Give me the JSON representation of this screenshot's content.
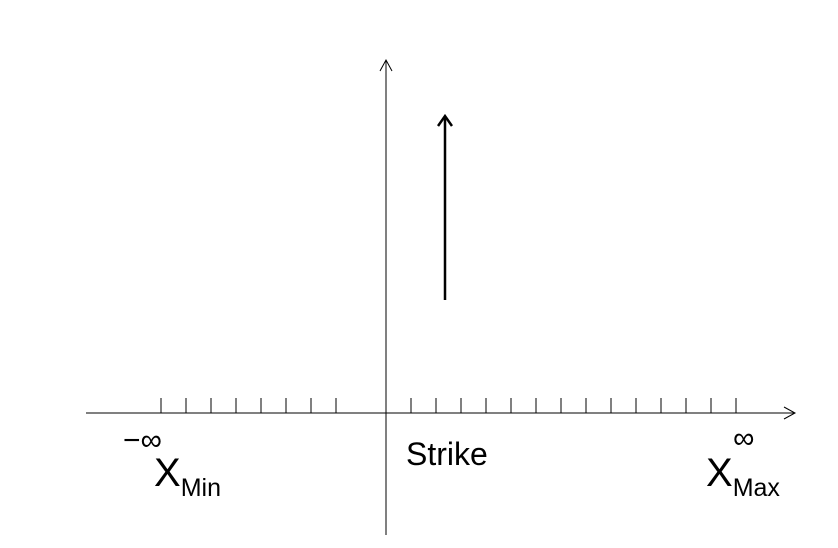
{
  "diagram": {
    "labels": {
      "neg_infinity": "−∞",
      "pos_infinity": "∞",
      "strike": "Strike",
      "x_min_main": "X",
      "x_min_sub": "Min",
      "x_max_main": "X",
      "x_max_sub": "Max"
    },
    "colors": {
      "background": "#ffffff",
      "ink": "#000000"
    }
  }
}
